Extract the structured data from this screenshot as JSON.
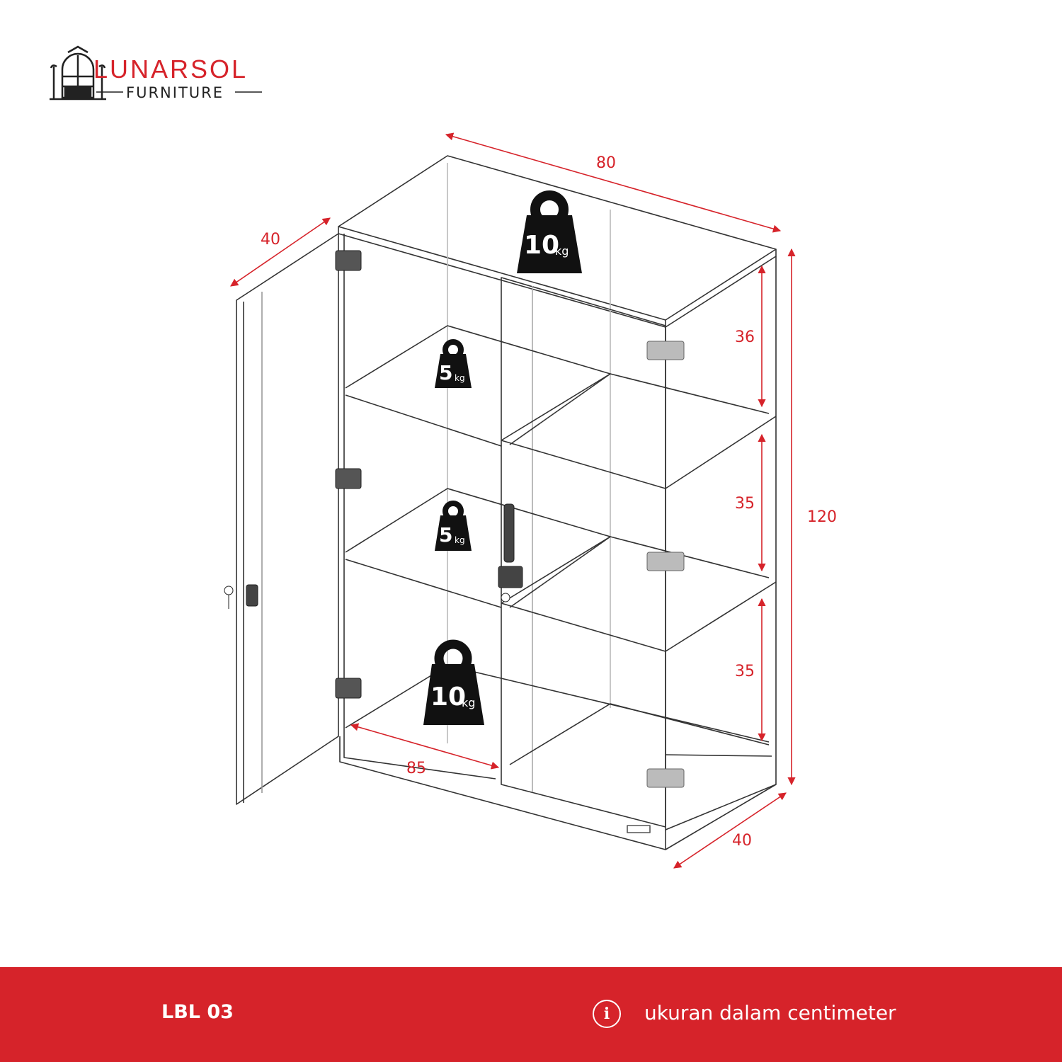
{
  "brand": {
    "name": "LUNARSOL",
    "tagline": "FURNITURE",
    "color": "#d6232a"
  },
  "dimensions": {
    "top_width": "80",
    "door_depth": "40",
    "height": "120",
    "compartment_top": "36",
    "compartment_middle": "35",
    "compartment_bottom": "35",
    "base_depth": "40",
    "inner_width": "85"
  },
  "load_ratings": {
    "top": {
      "value": "10",
      "unit": "kg"
    },
    "shelf_upper": {
      "value": "5",
      "unit": "kg"
    },
    "shelf_lower": {
      "value": "5",
      "unit": "kg"
    },
    "bottom": {
      "value": "10",
      "unit": "kg"
    }
  },
  "footer": {
    "model_code": "LBL 03",
    "info_icon": "info-icon",
    "info_text": "ukuran dalam centimeter",
    "background": "#d6232a"
  }
}
